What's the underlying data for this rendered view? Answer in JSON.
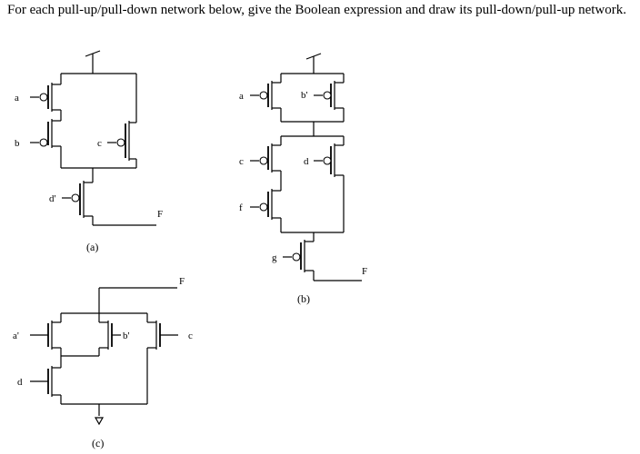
{
  "question": "For each pull-up/pull-down network below, give the Boolean expression and draw its pull-down/pull-up network.",
  "circuit_a": {
    "caption": "(a)",
    "inputs": [
      "a",
      "b",
      "c",
      "d'"
    ],
    "output": "F"
  },
  "circuit_b": {
    "caption": "(b)",
    "inputs": [
      "a",
      "b'",
      "c",
      "d",
      "f",
      "g"
    ],
    "output": "F"
  },
  "circuit_c": {
    "caption": "(c)",
    "inputs": [
      "a'",
      "b'",
      "c",
      "d"
    ],
    "output": "F"
  }
}
